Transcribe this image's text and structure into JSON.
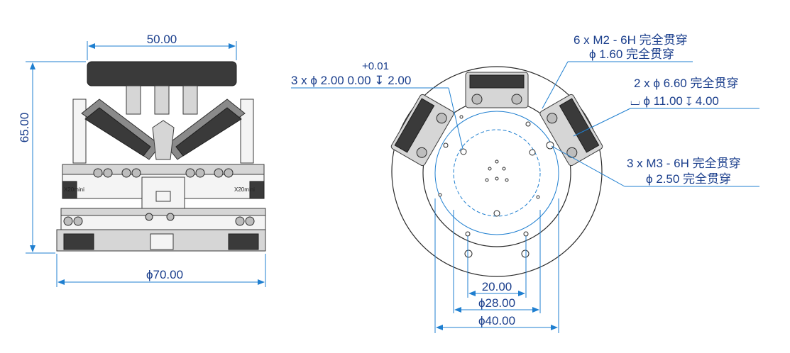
{
  "front_view": {
    "top_width": "50.00",
    "height": "65.00",
    "base_diameter": "ϕ70.00",
    "brand_left": "X20mini",
    "brand_right": "X20mini"
  },
  "top_view": {
    "callout_m2_line1": "6 x  M2 - 6H 完全贯穿",
    "callout_m2_line2": "ϕ  1.60 完全贯穿",
    "callout_d2_tol_upper": "+0.01",
    "callout_d2_main": "3 x  ϕ  2.00   0.00  ↧  2.00",
    "callout_d66_line1": "2 x  ϕ  6.60 完全贯穿",
    "callout_d66_line2": "⌴  ϕ  11.00  ↧  4.00",
    "callout_m3_line1": "3 x  M3 - 6H 完全贯穿",
    "callout_m3_line2": "ϕ  2.50 完全贯穿",
    "dim_20": "20.00",
    "dim_d28": "ϕ28.00",
    "dim_d40": "ϕ40.00"
  },
  "colors": {
    "dimension_line": "#1f7fd0",
    "dimension_text": "#1a3e8c"
  }
}
